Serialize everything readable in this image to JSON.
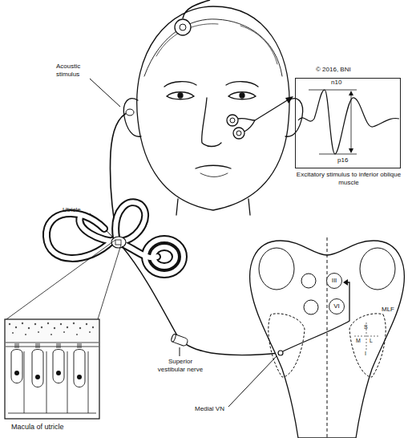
{
  "diagram": {
    "nodes": [
      {
        "text": [
          "n10",
          "p16"
        ]
      },
      {
        "text": [
          "III"
        ]
      },
      {
        "text": [
          "VI"
        ]
      }
    ],
    "labels": [
      "© 2016, BNI",
      "Excitatory stimulus to inferior oblique muscle",
      "Acoustic stimulus",
      "Utricle",
      "Superior vestibular nerve",
      "Medial VN",
      "MLF",
      "S",
      "M",
      "L",
      "I",
      "Macula of utricle"
    ]
  }
}
